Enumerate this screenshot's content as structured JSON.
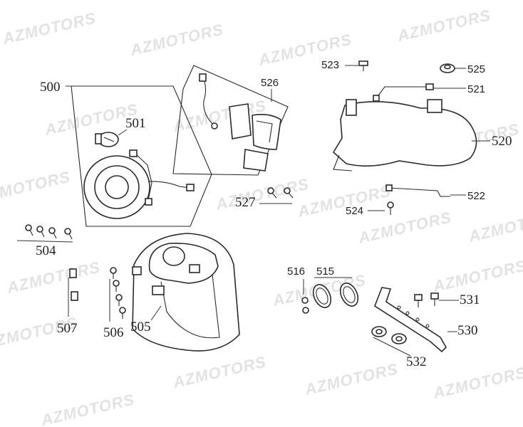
{
  "watermark": "AZMOTORS",
  "parts": {
    "p500": "500",
    "p501": "501",
    "p504": "504",
    "p505": "505",
    "p506": "506",
    "p507": "507",
    "p515": "515",
    "p516": "516",
    "p520": "520",
    "p521": "521",
    "p522": "522",
    "p523": "523",
    "p524": "524",
    "p525": "525",
    "p526": "526",
    "p527": "527",
    "p530": "530",
    "p531": "531",
    "p532": "532"
  }
}
